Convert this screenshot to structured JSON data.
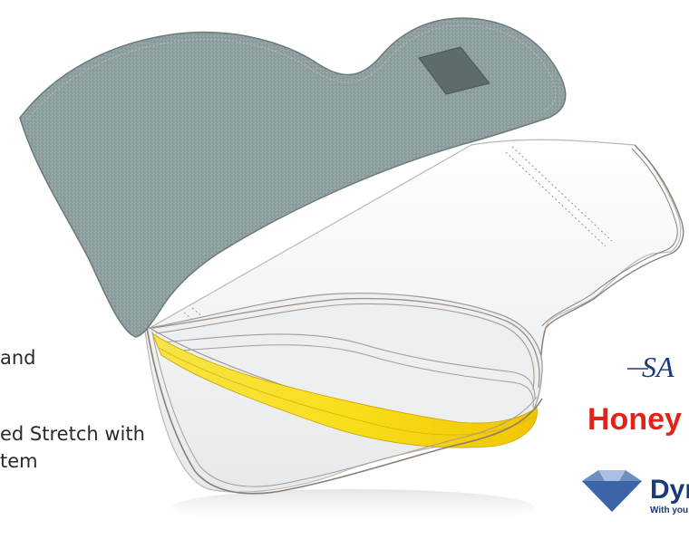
{
  "text_lines": [
    "and",
    "ed Stretch with",
    "tem"
  ],
  "logos": {
    "logo1": "SA",
    "logo2": "Honey",
    "logo3_main": "Dyn",
    "logo3_tagline": "With you"
  },
  "colors": {
    "fabric": "#8fa0a1",
    "fabric_dark": "#768586",
    "inner_white": "#ffffff",
    "yellow": "#f5d91a",
    "honeywell_red": "#e2231a",
    "navy": "#1b3a7a"
  }
}
